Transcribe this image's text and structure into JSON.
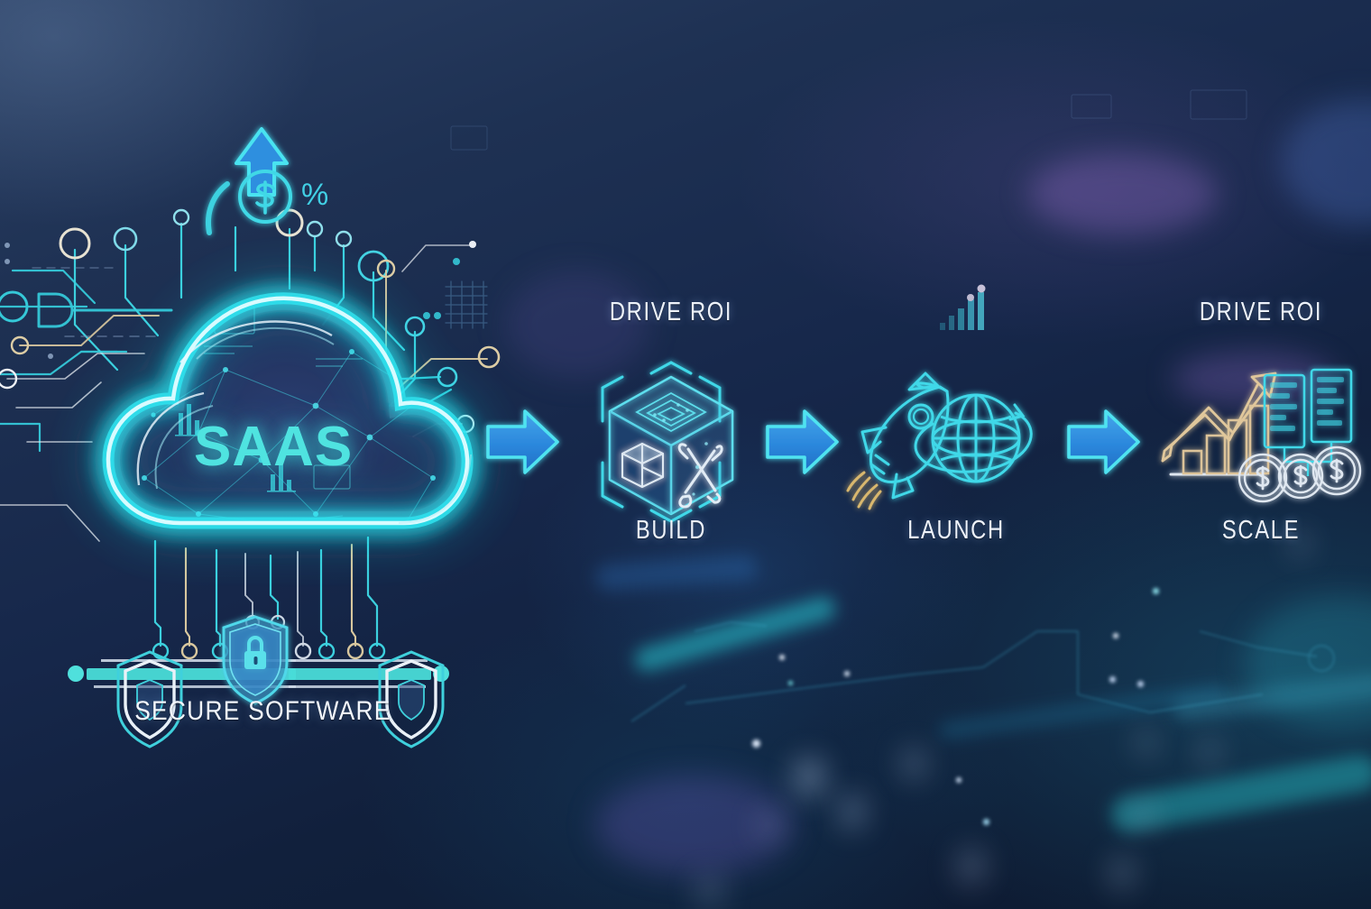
{
  "scene": {
    "title": "SaaS Build Launch Scale infographic",
    "background_color": "#16274a",
    "accent_cyan": "#3fe0e0",
    "accent_blue": "#2f8fe0",
    "accent_tan": "#d9c9a0",
    "text_color": "#eef3fb"
  },
  "cloud": {
    "label": "SAAS",
    "icon_name": "glowing-cloud"
  },
  "growth_icon": {
    "arrow_name": "up-arrow-icon",
    "coin_name": "dollar-coin-icon",
    "percent_symbol": "%"
  },
  "security_band": {
    "label": "SECURE SOFTWARE",
    "lock_icon_name": "shield-lock-icon",
    "left_shield_name": "shield-icon-left",
    "right_shield_name": "shield-icon-right"
  },
  "pipeline": {
    "steps": [
      {
        "id": "build",
        "top_label": "DRIVE ROI",
        "bottom_label": "BUILD",
        "icon_name": "isometric-cube-tools-icon"
      },
      {
        "id": "launch",
        "top_label": "",
        "bottom_label": "LAUNCH",
        "icon_name": "rocket-globe-icon"
      },
      {
        "id": "scale",
        "top_label": "DRIVE ROI",
        "bottom_label": "SCALE",
        "icon_name": "growth-chart-servers-coins-icon"
      }
    ],
    "arrows": [
      {
        "id": "arrow-cloud-to-build",
        "direction": "right"
      },
      {
        "id": "arrow-build-to-launch",
        "direction": "right"
      },
      {
        "id": "arrow-launch-to-scale",
        "direction": "right"
      }
    ],
    "arrow_fill": "#2b8ede",
    "arrow_stroke": "#4fe3f0"
  }
}
